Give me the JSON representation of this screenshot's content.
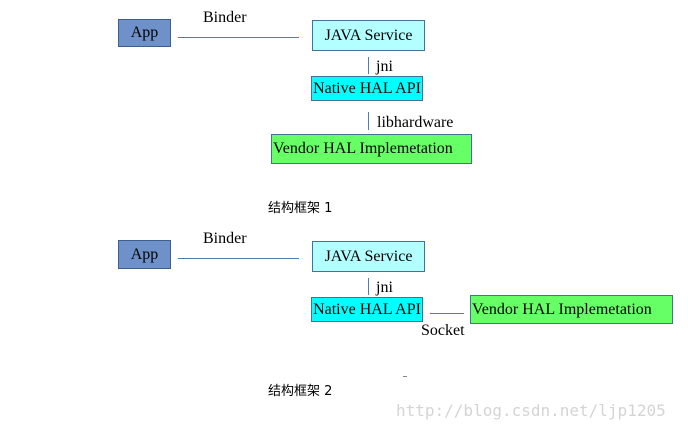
{
  "diagram1": {
    "app": "App",
    "binder": "Binder",
    "java_service": "JAVA Service",
    "jni": "jni",
    "native_hal": "Native HAL API",
    "libhardware": "libhardware",
    "vendor_hal": "Vendor HAL Implemetation",
    "caption": "结构框架 1"
  },
  "diagram2": {
    "app": "App",
    "binder": "Binder",
    "java_service": "JAVA Service",
    "jni": "jni",
    "native_hal": "Native HAL API",
    "socket": "Socket",
    "vendor_hal": "Vendor HAL Implemetation",
    "caption": "结构框架 2"
  },
  "watermark": "http://blog.csdn.net/ljp1205"
}
